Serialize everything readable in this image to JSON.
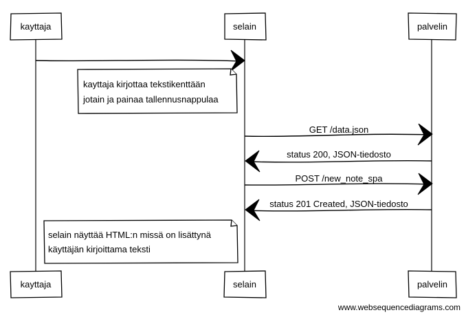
{
  "participants": [
    "kayttaja",
    "selain",
    "palvelin"
  ],
  "messages": [
    {
      "text": ""
    },
    {
      "text": "GET /data.json"
    },
    {
      "text": "status 200, JSON-tiedosto"
    },
    {
      "text": "POST /new_note_spa"
    },
    {
      "text": "status 201 Created, JSON-tiedosto"
    }
  ],
  "notes": [
    {
      "lines": [
        "kayttaja kirjottaa tekstikenttään",
        "jotain ja painaa tallennusnappulaa"
      ]
    },
    {
      "lines": [
        "selain näyttää HTML:n missä on lisättynä",
        "käyttäjän kirjoittama teksti"
      ]
    }
  ],
  "watermark": "www.websequencediagrams.com"
}
